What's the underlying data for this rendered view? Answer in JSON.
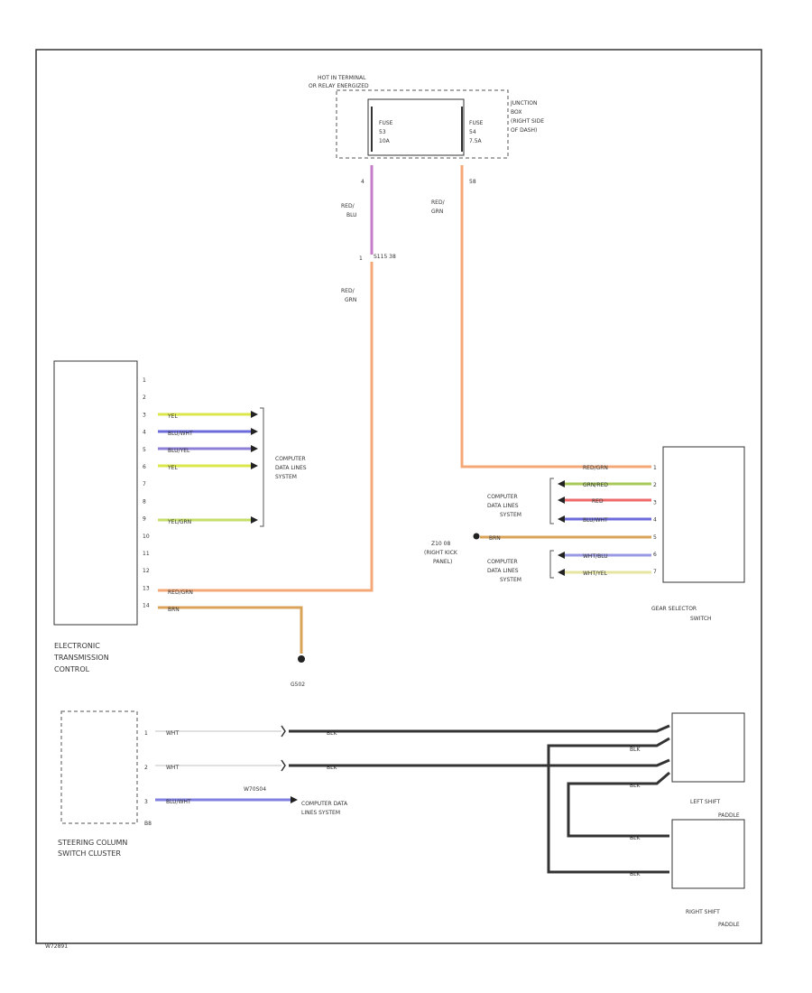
{
  "colors": {
    "wire_red_grn": "#f4a878",
    "wire_red_blu": "#c77cc9",
    "wire_yel": "#dbe74a",
    "wire_blu_wht": "#6b6bdc",
    "wire_blu_yel": "#8d7fd6",
    "wire_yel_grn": "#c6de6a",
    "wire_brn": "#d9a35a",
    "wire_grn_red": "#a8c85a",
    "wire_red": "#ee6a6a",
    "wire_wht_blu": "#9a9ae4",
    "wire_wht_yel": "#e6e6a2",
    "wire_wht": "#e0e0e0",
    "wire_blk": "#333333",
    "wire_blu_wht2": "#8080e0"
  },
  "junction_block": {
    "header_line1": "HOT IN TERMINAL",
    "header_line2": "OR RELAY ENERGIZED",
    "label_lines": [
      "JUNCTION",
      "BOX",
      "(RIGHT SIDE",
      "OF DASH)"
    ],
    "fuse_left": [
      "FUSE",
      "53",
      "10A"
    ],
    "fuse_right": [
      "FUSE",
      "54",
      "7.5A"
    ],
    "pin_left": "4",
    "pin_right": "58"
  },
  "wires_top": {
    "red_blu_label": [
      "RED/",
      "BLU"
    ],
    "splice_label": "S115 38",
    "splice_pin": "1",
    "red_grn_label": [
      "RED/",
      "GRN"
    ],
    "right_red_grn_label": [
      "RED/",
      "GRN"
    ]
  },
  "etc": {
    "pins": [
      "1",
      "2",
      "3",
      "4",
      "5",
      "6",
      "7",
      "8",
      "9",
      "10",
      "11",
      "12",
      "13",
      "14"
    ],
    "wires": {
      "pin3": "YEL",
      "pin4": "BLU/WHT",
      "pin5": "BLU/YEL",
      "pin6": "YEL",
      "pin9": "YEL/GRN",
      "pin13": "RED/GRN",
      "pin14": "BRN"
    },
    "data_lines_label": [
      "COMPUTER",
      "DATA LINES",
      "SYSTEM"
    ],
    "label_lines": [
      "ELECTRONIC",
      "TRANSMISSION",
      "CONTROL"
    ],
    "ground_label": "G502"
  },
  "gear_selector": {
    "wires": [
      "RED/GRN",
      "GRN/RED",
      "RED",
      "BLU/WHT",
      "BRN",
      "WHT/BLU",
      "WHT/YEL"
    ],
    "pins": [
      "1",
      "2",
      "3",
      "4",
      "5",
      "6",
      "7"
    ],
    "data_lines_top": [
      "COMPUTER",
      "DATA LINES",
      "SYSTEM"
    ],
    "data_lines_bottom": [
      "COMPUTER",
      "DATA LINES",
      "SYSTEM"
    ],
    "ground_label": [
      "Z10 08",
      "(RIGHT KICK",
      "PANEL)"
    ],
    "label_lines": [
      "GEAR SELECTOR",
      "SWITCH"
    ]
  },
  "steering_cluster": {
    "pins": [
      "1",
      "2",
      "3"
    ],
    "wires": [
      "WHT",
      "WHT",
      "BLU/WHT"
    ],
    "block_pin": "B8",
    "label_lines": [
      "STEERING COLUMN",
      "SWITCH CLUSTER"
    ],
    "blk_labels": [
      "BLK",
      "BLK"
    ],
    "data_connector_label": "W70S04",
    "data_lines_label": [
      "COMPUTER DATA",
      "LINES SYSTEM"
    ]
  },
  "paddles": {
    "left_label": [
      "LEFT SHIFT",
      "PADDLE"
    ],
    "right_label": [
      "RIGHT SHIFT",
      "PADDLE"
    ],
    "blk_labels": [
      "BLK",
      "BLK",
      "BLK",
      "BLK"
    ]
  },
  "diagram_code": "W72891"
}
